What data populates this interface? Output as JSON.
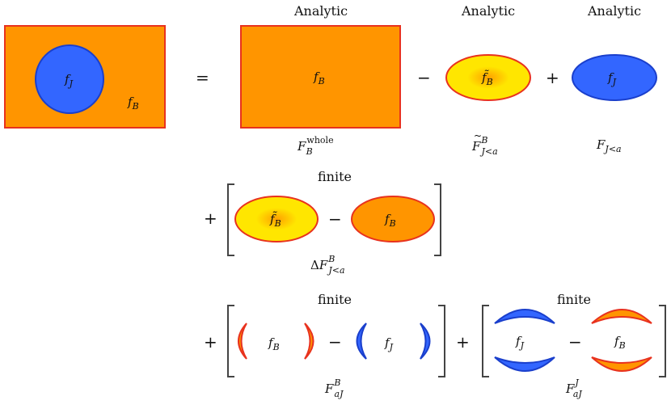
{
  "colors": {
    "orange": "#FF9500",
    "orange_stroke": "#E8321E",
    "yellow": "#FFE600",
    "blue": "#3366FF",
    "blue_stroke": "#1A3FCC",
    "bracket": "#444444"
  },
  "headers": {
    "analytic_1": "Analytic",
    "analytic_2": "Analytic",
    "analytic_3": "Analytic",
    "finite_1": "finite",
    "finite_2": "finite",
    "finite_3": "finite"
  },
  "operators": {
    "equals": "=",
    "minus": "−",
    "plus": "+"
  },
  "symbols": {
    "fJ": "f",
    "fJ_sub": "J",
    "fB": "f",
    "fB_sub": "B",
    "fB_tilde": "f̃",
    "F": "F",
    "Delta": "Δ",
    "whole": "whole",
    "B": "B",
    "J_less_a": "J<a",
    "aJ": "aJ",
    "J": "J"
  }
}
